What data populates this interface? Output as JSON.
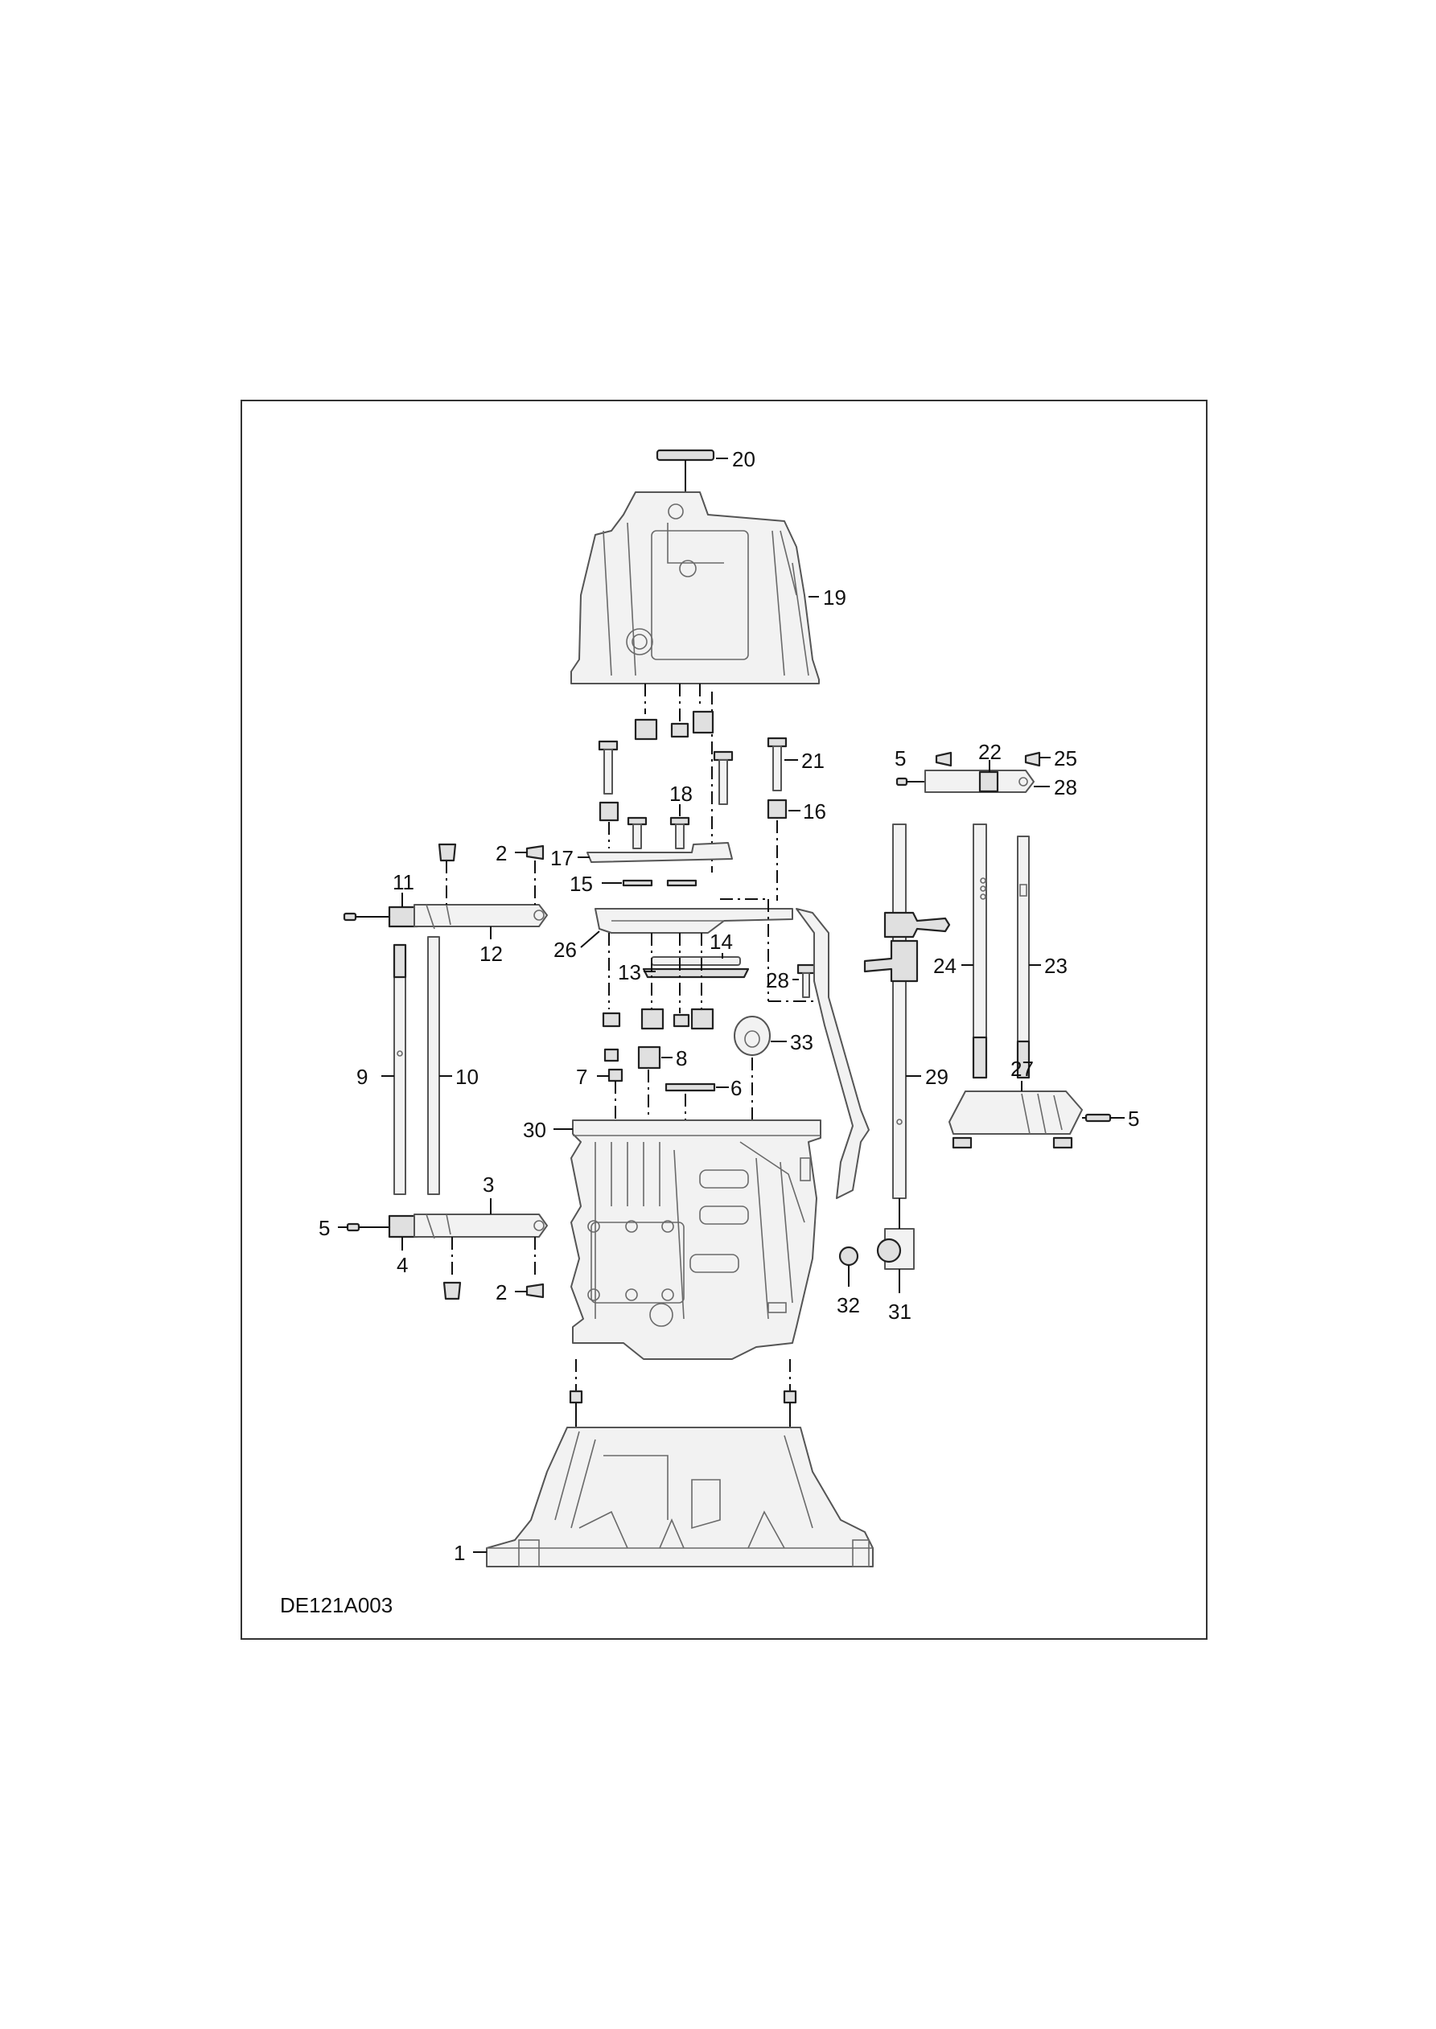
{
  "figure": {
    "reference_code": "DE121A003"
  },
  "callouts": {
    "c1": "1",
    "c2": "2",
    "c3": "3",
    "c4": "4",
    "c5": "5",
    "c6": "6",
    "c7": "7",
    "c8": "8",
    "c9": "9",
    "c10": "10",
    "c11": "11",
    "c12": "12",
    "c13": "13",
    "c14": "14",
    "c15": "15",
    "c16": "16",
    "c17": "17",
    "c18": "18",
    "c19": "19",
    "c20": "20",
    "c21": "21",
    "c22": "22",
    "c23": "23",
    "c24": "24",
    "c25": "25",
    "c26": "26",
    "c27": "27",
    "c28": "28",
    "c29": "29",
    "c30": "30",
    "c31": "31",
    "c32": "32",
    "c33": "33"
  }
}
